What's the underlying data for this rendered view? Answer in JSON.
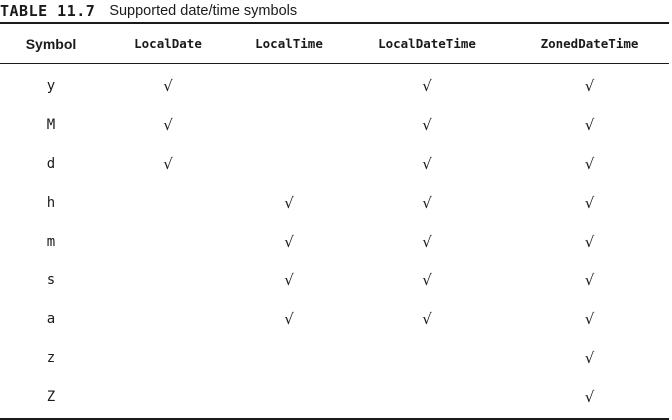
{
  "caption": {
    "label": "TABLE 11.7",
    "text": "Supported date/time symbols"
  },
  "table": {
    "headers": [
      "Symbol",
      "LocalDate",
      "LocalTime",
      "LocalDateTime",
      "ZonedDateTime"
    ],
    "rows": [
      [
        "y",
        "√",
        "",
        "√",
        "√"
      ],
      [
        "M",
        "√",
        "",
        "√",
        "√"
      ],
      [
        "d",
        "√",
        "",
        "√",
        "√"
      ],
      [
        "h",
        "",
        "√",
        "√",
        "√"
      ],
      [
        "m",
        "",
        "√",
        "√",
        "√"
      ],
      [
        "s",
        "",
        "√",
        "√",
        "√"
      ],
      [
        "a",
        "",
        "√",
        "√",
        "√"
      ],
      [
        "z",
        "",
        "",
        "",
        "√"
      ],
      [
        "Z",
        "",
        "",
        "",
        "√"
      ]
    ]
  }
}
